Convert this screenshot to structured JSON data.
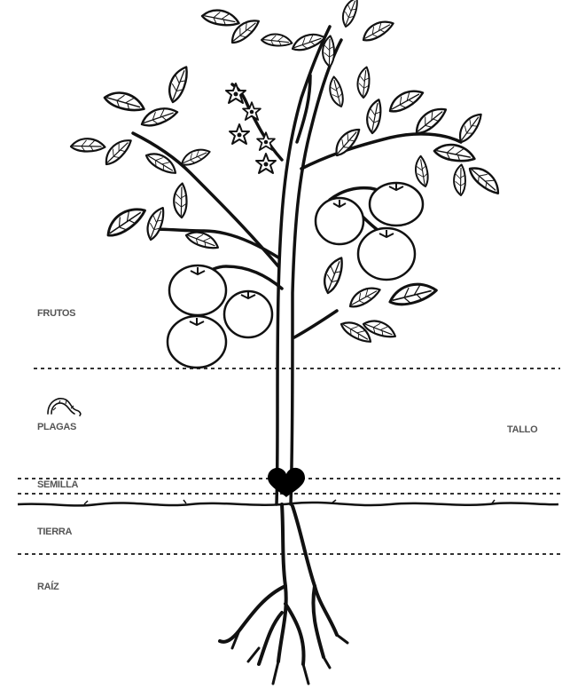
{
  "labels": {
    "frutos": "FRUTOS",
    "plagas": "PLAGAS",
    "tallo": "TALLO",
    "semilla": "SEMILLA",
    "tierra": "TIERRA",
    "raiz": "RAÍZ"
  },
  "icons": [
    "tomato-plant-illustration",
    "worm-icon",
    "heart-icon"
  ],
  "colors": {
    "ink": "#111111",
    "label": "#555555",
    "heart": "#000000",
    "background": "#ffffff"
  }
}
